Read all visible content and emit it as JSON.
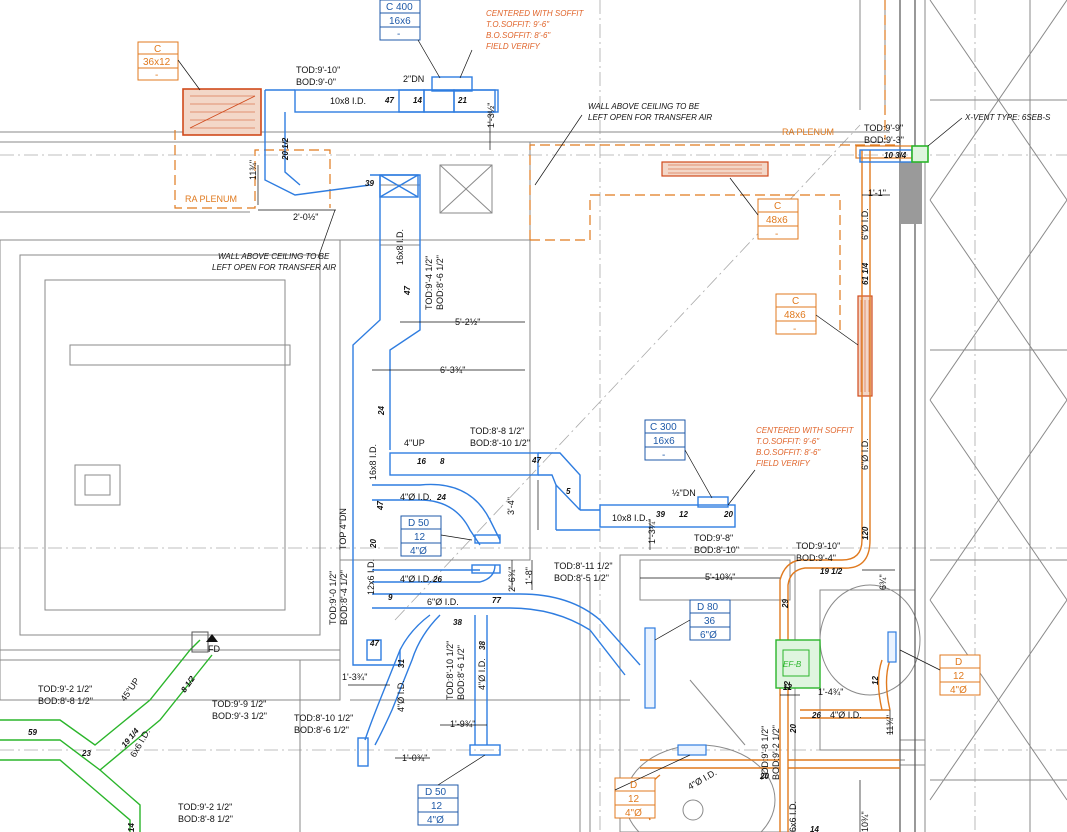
{
  "colors": {
    "supply_duct": "#2f7de0",
    "return_ceiling": "#e07a1f",
    "exhaust_duct": "#2bb52b",
    "walls": "#8a8a8a"
  },
  "tags": [
    {
      "id": "tag-c400",
      "type": "C 400",
      "size": "16x6",
      "extra": "-"
    },
    {
      "id": "tag-c-36x12",
      "type": "C",
      "size": "36x12",
      "extra": "-"
    },
    {
      "id": "tag-c-48x6-a",
      "type": "C",
      "size": "48x6",
      "extra": "-"
    },
    {
      "id": "tag-c-48x6-b",
      "type": "C",
      "size": "48x6",
      "extra": "-"
    },
    {
      "id": "tag-c300",
      "type": "C 300",
      "size": "16x6",
      "extra": "-"
    },
    {
      "id": "tag-d50-a",
      "type": "D 50",
      "size": "12",
      "extra": "4\"Ø"
    },
    {
      "id": "tag-d80",
      "type": "D 80",
      "size": "36",
      "extra": "6\"Ø"
    },
    {
      "id": "tag-d-12",
      "type": "D",
      "size": "12",
      "extra": "4\"Ø"
    },
    {
      "id": "tag-d50-b",
      "type": "D 50",
      "size": "12",
      "extra": "4\"Ø"
    },
    {
      "id": "tag-d-partial",
      "type": "D",
      "size": "12",
      "extra": "4\"Ø"
    }
  ],
  "notes": {
    "soffit_top_1": "CENTERED WITH SOFFIT",
    "soffit_top_2": "T.O.SOFFIT: 9'-6\"",
    "soffit_top_3": "B.O.SOFFIT: 8'-6\"",
    "soffit_top_4": "FIELD VERIFY",
    "soffit_mid_1": "CENTERED WITH SOFFIT",
    "soffit_mid_2": "T.O.SOFFIT: 9'-6\"",
    "soffit_mid_3": "B.O.SOFFIT: 8'-6\"",
    "soffit_mid_4": "FIELD VERIFY",
    "wall_open_1a": "WALL ABOVE CEILING TO BE",
    "wall_open_1b": "LEFT OPEN FOR TRANSFER AIR",
    "wall_open_2a": "WALL ABOVE CEILING TO BE",
    "wall_open_2b": "LEFT OPEN FOR TRANSFER AIR",
    "xvent": "X-VENT TYPE: 6SEB-S",
    "ra_plenum_left": "RA PLENUM",
    "ra_plenum_right": "RA PLENUM",
    "ef": "EF-B",
    "fd": "FD"
  },
  "elev": {
    "e1_tod": "TOD:9'-10\"",
    "e1_bod": "BOD:9'-0\"",
    "e2_tod": "TOD:9'-9\"",
    "e2_bod": "BOD:9'-3\"",
    "e3_tod": "TOD:9'-4 1/2\"",
    "e3_bod": "BOD:8'-6 1/2\"",
    "e4_tod": "TOD:8'-8 1/2\"",
    "e4_bod": "BOD:8'-10 1/2\"",
    "e5_tod": "TOD:9'-8\"",
    "e5_bod": "BOD:8'-10\"",
    "e6_tod": "TOD:8'-11 1/2\"",
    "e6_bod": "BOD:8'-5 1/2\"",
    "e7_tod": "TOD:9'-0 1/2\"",
    "e7_bod": "BOD:8'-4 1/2\"",
    "e8_tod": "TOD:9'-10\"",
    "e8_bod": "BOD:9'-4\"",
    "e9_tod": "TOD:8'-10 1/2\"",
    "e9_bod": "BOD:8'-6 1/2\"",
    "e10_tod": "TOD:8'-10 1/2\"",
    "e10_bod": "BOD:8'-6 1/2\"",
    "e11_tod": "TOD:9'-2 1/2\"",
    "e11_bod": "BOD:8'-8 1/2\"",
    "e12_tod": "TOD:9'-9 1/2\"",
    "e12_bod": "BOD:9'-3 1/2\"",
    "e13_tod": "TOD:9'-8 1/2\"",
    "e13_bod": "BOD:9'-2 1/2\"",
    "e14_tod": "TOD:9'-2 1/2\"",
    "e14_bod": "BOD:8'-8 1/2\""
  },
  "dims": {
    "d_5_2": "5'-2½\"",
    "d_6_3": "6'-3¾\"",
    "d_2_0": "2'-0½\"",
    "d_1_3": "1'-3½\"",
    "d_1_1": "1'-1\"",
    "d_11": "11¾\"",
    "d_3_4": "3'-4\"",
    "d_1_3b": "1'-3¼\"",
    "d_5_10": "5'-10¾\"",
    "d_1_3c": "1'-3¾\"",
    "d_1_9": "1'-9¾\"",
    "d_1_0": "1'-0¾\"",
    "d_1_4": "1'-4¾\"",
    "d_1_8": "1'-8\"",
    "d_6": "6¾\"",
    "d_2_6": "2'-6¾\"",
    "d_11b": "11¾\"",
    "d_10": "10¾\""
  },
  "duct": {
    "s_10x8a": "10x8 I.D.",
    "s_10x8b": "10x8 I.D.",
    "s_16x8a": "16x8 I.D.",
    "s_16x8b": "16x8 I.D.",
    "s_12x6": "12x6 I.D.",
    "s_6x6": "6x6 I.D.",
    "s_4a": "4\"Ø I.D.",
    "s_4b": "4\"Ø I.D.",
    "s_4c": "4\"Ø I.D.",
    "s_4d": "4\"Ø I.D.",
    "s_4e": "4\"Ø I.D.",
    "s_4f": "4\"Ø I.D.",
    "s_6a": "6\"Ø I.D.",
    "s_6b": "6\"Ø I.D.",
    "s_6c": "6\"Ø I.D.",
    "s_6x6b": "6x6 I.D.",
    "dn2": "2\"DN",
    "up4": "4\"UP",
    "dn1_2": "½\"DN",
    "top4": "TOP 4\"DN",
    "up45": "45°UP",
    "n47a": "47",
    "n14": "14",
    "n21": "21",
    "n20_1_2": "20 1/2",
    "n39a": "39",
    "n47b": "47",
    "n24a": "24",
    "n16": "16",
    "n8": "8",
    "n47c": "47",
    "n5": "5",
    "n39b": "39",
    "n12a": "12",
    "n20a": "20",
    "n24b": "24",
    "n47d": "47",
    "n26": "26",
    "n20b": "20",
    "n77": "77",
    "n38a": "38",
    "n38b": "38",
    "n47e": "47",
    "n31": "31",
    "n10_3_4": "10 3/4",
    "n61_1_4": "61 1/4",
    "n120": "120",
    "n19_1_2a": "19 1/2",
    "n29": "29",
    "n12b": "12",
    "n26b": "26",
    "n20c": "20",
    "n20d": "20",
    "n12c": "12",
    "n14b": "14",
    "n59": "59",
    "n23": "23",
    "n19_1_4": "19 1/4",
    "n8_1_2": "8 1/2",
    "n14c": "14",
    "n9a": "9",
    "n12d": "12"
  }
}
